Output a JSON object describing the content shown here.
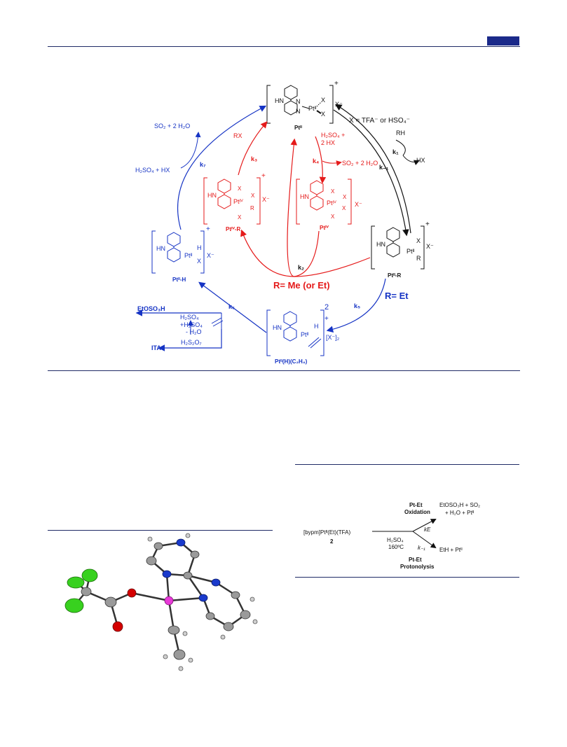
{
  "colors": {
    "blue": "#1533c4",
    "red": "#e51a1a",
    "rule": "#1f2a66",
    "pt_pink": "#e83ad8",
    "cl_green": "#38d11f",
    "o_red": "#d40000",
    "n_blue": "#1a3acc"
  },
  "scheme": {
    "x_def": "X = TFA⁻ or HSO₄⁻",
    "pt2": "Ptᴵᴵ",
    "pt2r": "Ptᴵᴵ-R",
    "pt4r": "Ptᴵⱽ-R",
    "pt4": "Ptᴵⱽ",
    "pt2h": "Ptᴵᴵ-H",
    "pt2hc2h4": "Ptᴵᴵ(H)(C₂H₄)",
    "k1": "k₁",
    "km1": "k₋₁",
    "k2": "k₂",
    "k3": "k₃",
    "k4": "k₄",
    "k5": "k₅",
    "k6": "k₆",
    "k7": "k₇",
    "rh": "RH",
    "hx": "HX",
    "rx": "RX",
    "h2so4_2hx_1": "H₂SO₄ +",
    "h2so4_2hx_2": "2 HX",
    "so2_2h2o_red": "SO₂ + 2 H₂O",
    "so2_2h2o_blue": "SO₂ + 2 H₂O",
    "h2so4_hx": "H₂SO₄ + HX",
    "r_me": "R= Me (or Et)",
    "r_et": "R= Et",
    "etoso3h": "EtOSO₃H",
    "ita": "ITA",
    "h2so4": "H₂SO₄",
    "plus_h2so4": "+H₂SO₄",
    "minus_h2o": "- H₂O",
    "h2s2o7": "H₂S₂O₇",
    "x_minus": "X⁻",
    "x2_minus": "[X⁻]₂",
    "plus": "+",
    "two": "2",
    "hn": "HN",
    "n": "N",
    "x": "X",
    "r": "R",
    "h": "H"
  },
  "reaction": {
    "reactant": "[bypm]Ptᴵᴵ(Et)(TFA)",
    "reactant_num": "2",
    "cond1": "H₂SO₄",
    "cond2": "160ºC",
    "ox_title1": "Pt-Et",
    "ox_title2": "Oxidation",
    "ox_prod1": "EtOSO₃H + SO₂",
    "ox_prod2": "+ H₂O + Ptᴵᴵ",
    "k_e": "kE",
    "k_m1": "k₋₁",
    "prot_prod": "EtH + Ptᴵᴵ",
    "prot_title1": "Pt-Et",
    "prot_title2": "Protonolysis"
  }
}
